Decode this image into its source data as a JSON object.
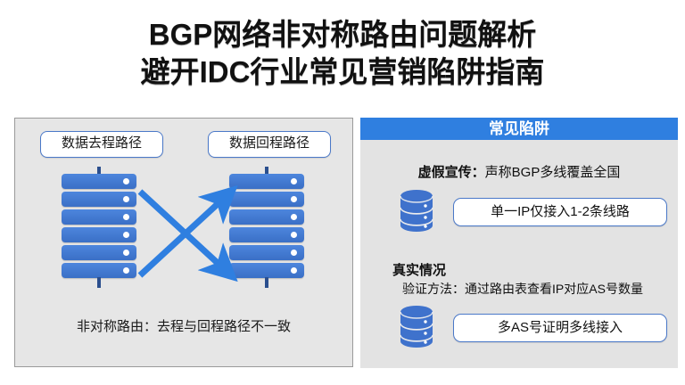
{
  "title": {
    "line1": "BGP网络非对称路由问题解析",
    "line2": "避开IDC行业常见营销陷阱指南"
  },
  "colors": {
    "header_blue": "#2f7fe0",
    "server_blue": "#3a6fc6",
    "arrow_blue": "#2f7fe0",
    "panel_gray": "#e3e3e3",
    "box_border_blue": "#4a78c8"
  },
  "left_panel": {
    "outbound_label": "数据去程路径",
    "return_label": "数据回程路径",
    "rack_unit_count": 6,
    "arrows": [
      {
        "name": "outbound-arrow",
        "direction": "up-right"
      },
      {
        "name": "return-arrow",
        "direction": "down-right"
      }
    ],
    "caption": "非对称路由：去程与回程路径不一致"
  },
  "right_panel": {
    "header": "常见陷阱",
    "false_claim_label": "虚假宣传：",
    "false_claim_text": "声称BGP多线覆盖全国",
    "false_claim_value": "单一IP仅接入1-2条线路",
    "truth_heading": "真实情况",
    "verify_method": "验证方法：通过路由表查看IP对应AS号数量",
    "truth_value": "多AS号证明多线接入",
    "icons": {
      "database_first": "database-icon",
      "database_second": "database-icon"
    }
  }
}
